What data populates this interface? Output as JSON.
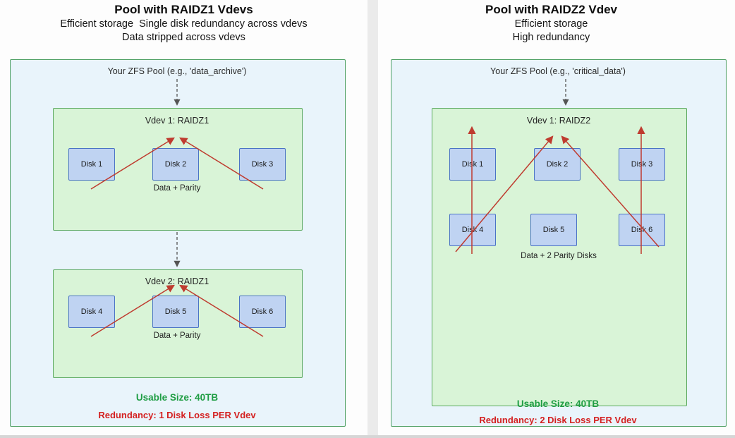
{
  "colors": {
    "pool_box_fill": "#e9f4fb",
    "pool_box_border": "#4d9f63",
    "vdev_fill": "#d9f4d7",
    "vdev_border": "#5aa85f",
    "disk_fill": "#bfd3f2",
    "disk_border": "#4a73c4",
    "arrow_red": "#bf3b2f",
    "arrow_dashed_gray": "#555555",
    "usable_green": "#1f9d44",
    "redundancy_red": "#d42020"
  },
  "panels": [
    {
      "title": "Pool with RAIDZ1 Vdevs",
      "subtitle1": "Efficient storage  Single disk redundancy across vdevs",
      "subtitle2": "Data stripped across vdevs",
      "pool_label": "Your ZFS Pool (e.g., 'data_archive')",
      "vdevs": [
        {
          "label": "Vdev 1: RAIDZ1",
          "caption": "Data + Parity",
          "disks": [
            "Disk 1",
            "Disk 2",
            "Disk 3"
          ]
        },
        {
          "label": "Vdev 2: RAIDZ1",
          "caption": "Data + Parity",
          "disks": [
            "Disk 4",
            "Disk 5",
            "Disk 6"
          ]
        }
      ],
      "usable_size": "Usable Size: 40TB",
      "redundancy": "Redundancy: 1 Disk Loss PER Vdev"
    },
    {
      "title": "Pool with RAIDZ2 Vdev",
      "subtitle1": "Efficient storage",
      "subtitle2": "High redundancy",
      "pool_label": "Your ZFS Pool (e.g., 'critical_data')",
      "vdevs": [
        {
          "label": "Vdev 1: RAIDZ2",
          "caption": "Data + 2 Parity Disks",
          "disks": [
            "Disk 1",
            "Disk 2",
            "Disk 3",
            "Disk 4",
            "Disk 5",
            "Disk 6"
          ]
        }
      ],
      "usable_size": "Usable Size: 40TB",
      "redundancy": "Redundancy: 2 Disk Loss PER Vdev"
    }
  ]
}
